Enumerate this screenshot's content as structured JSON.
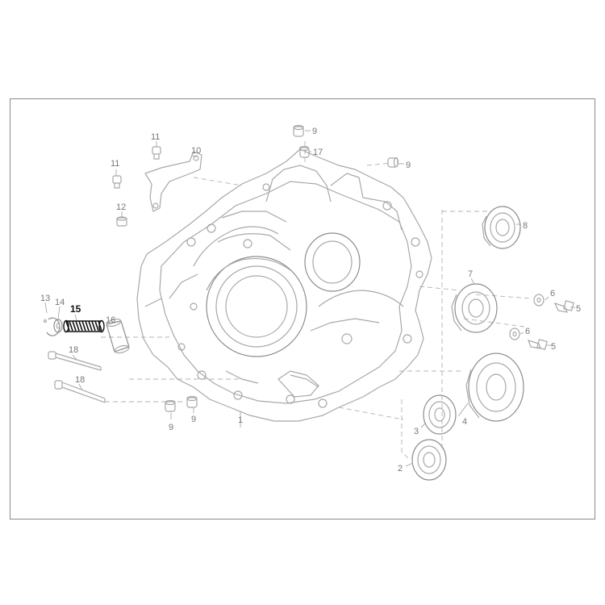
{
  "diagram": {
    "highlighted_part": "15",
    "colors": {
      "line": "#a8a8a8",
      "label": "#777777",
      "highlight": "#111111",
      "frame": "#8a8a8a"
    },
    "callouts": [
      {
        "id": "c1",
        "text": "1"
      },
      {
        "id": "c2",
        "text": "2"
      },
      {
        "id": "c3",
        "text": "3"
      },
      {
        "id": "c4",
        "text": "4"
      },
      {
        "id": "c5a",
        "text": "5"
      },
      {
        "id": "c5b",
        "text": "5"
      },
      {
        "id": "c6a",
        "text": "6"
      },
      {
        "id": "c6b",
        "text": "6"
      },
      {
        "id": "c7",
        "text": "7"
      },
      {
        "id": "c8",
        "text": "8"
      },
      {
        "id": "c9a",
        "text": "9"
      },
      {
        "id": "c9b",
        "text": "9"
      },
      {
        "id": "c9c",
        "text": "9"
      },
      {
        "id": "c9d",
        "text": "9"
      },
      {
        "id": "c10",
        "text": "10"
      },
      {
        "id": "c11a",
        "text": "11"
      },
      {
        "id": "c11b",
        "text": "11"
      },
      {
        "id": "c12",
        "text": "12"
      },
      {
        "id": "c13",
        "text": "13"
      },
      {
        "id": "c14",
        "text": "14"
      },
      {
        "id": "c15",
        "text": "15"
      },
      {
        "id": "c16",
        "text": "16"
      },
      {
        "id": "c17",
        "text": "17"
      },
      {
        "id": "c18a",
        "text": "18"
      },
      {
        "id": "c18b",
        "text": "18"
      }
    ]
  }
}
